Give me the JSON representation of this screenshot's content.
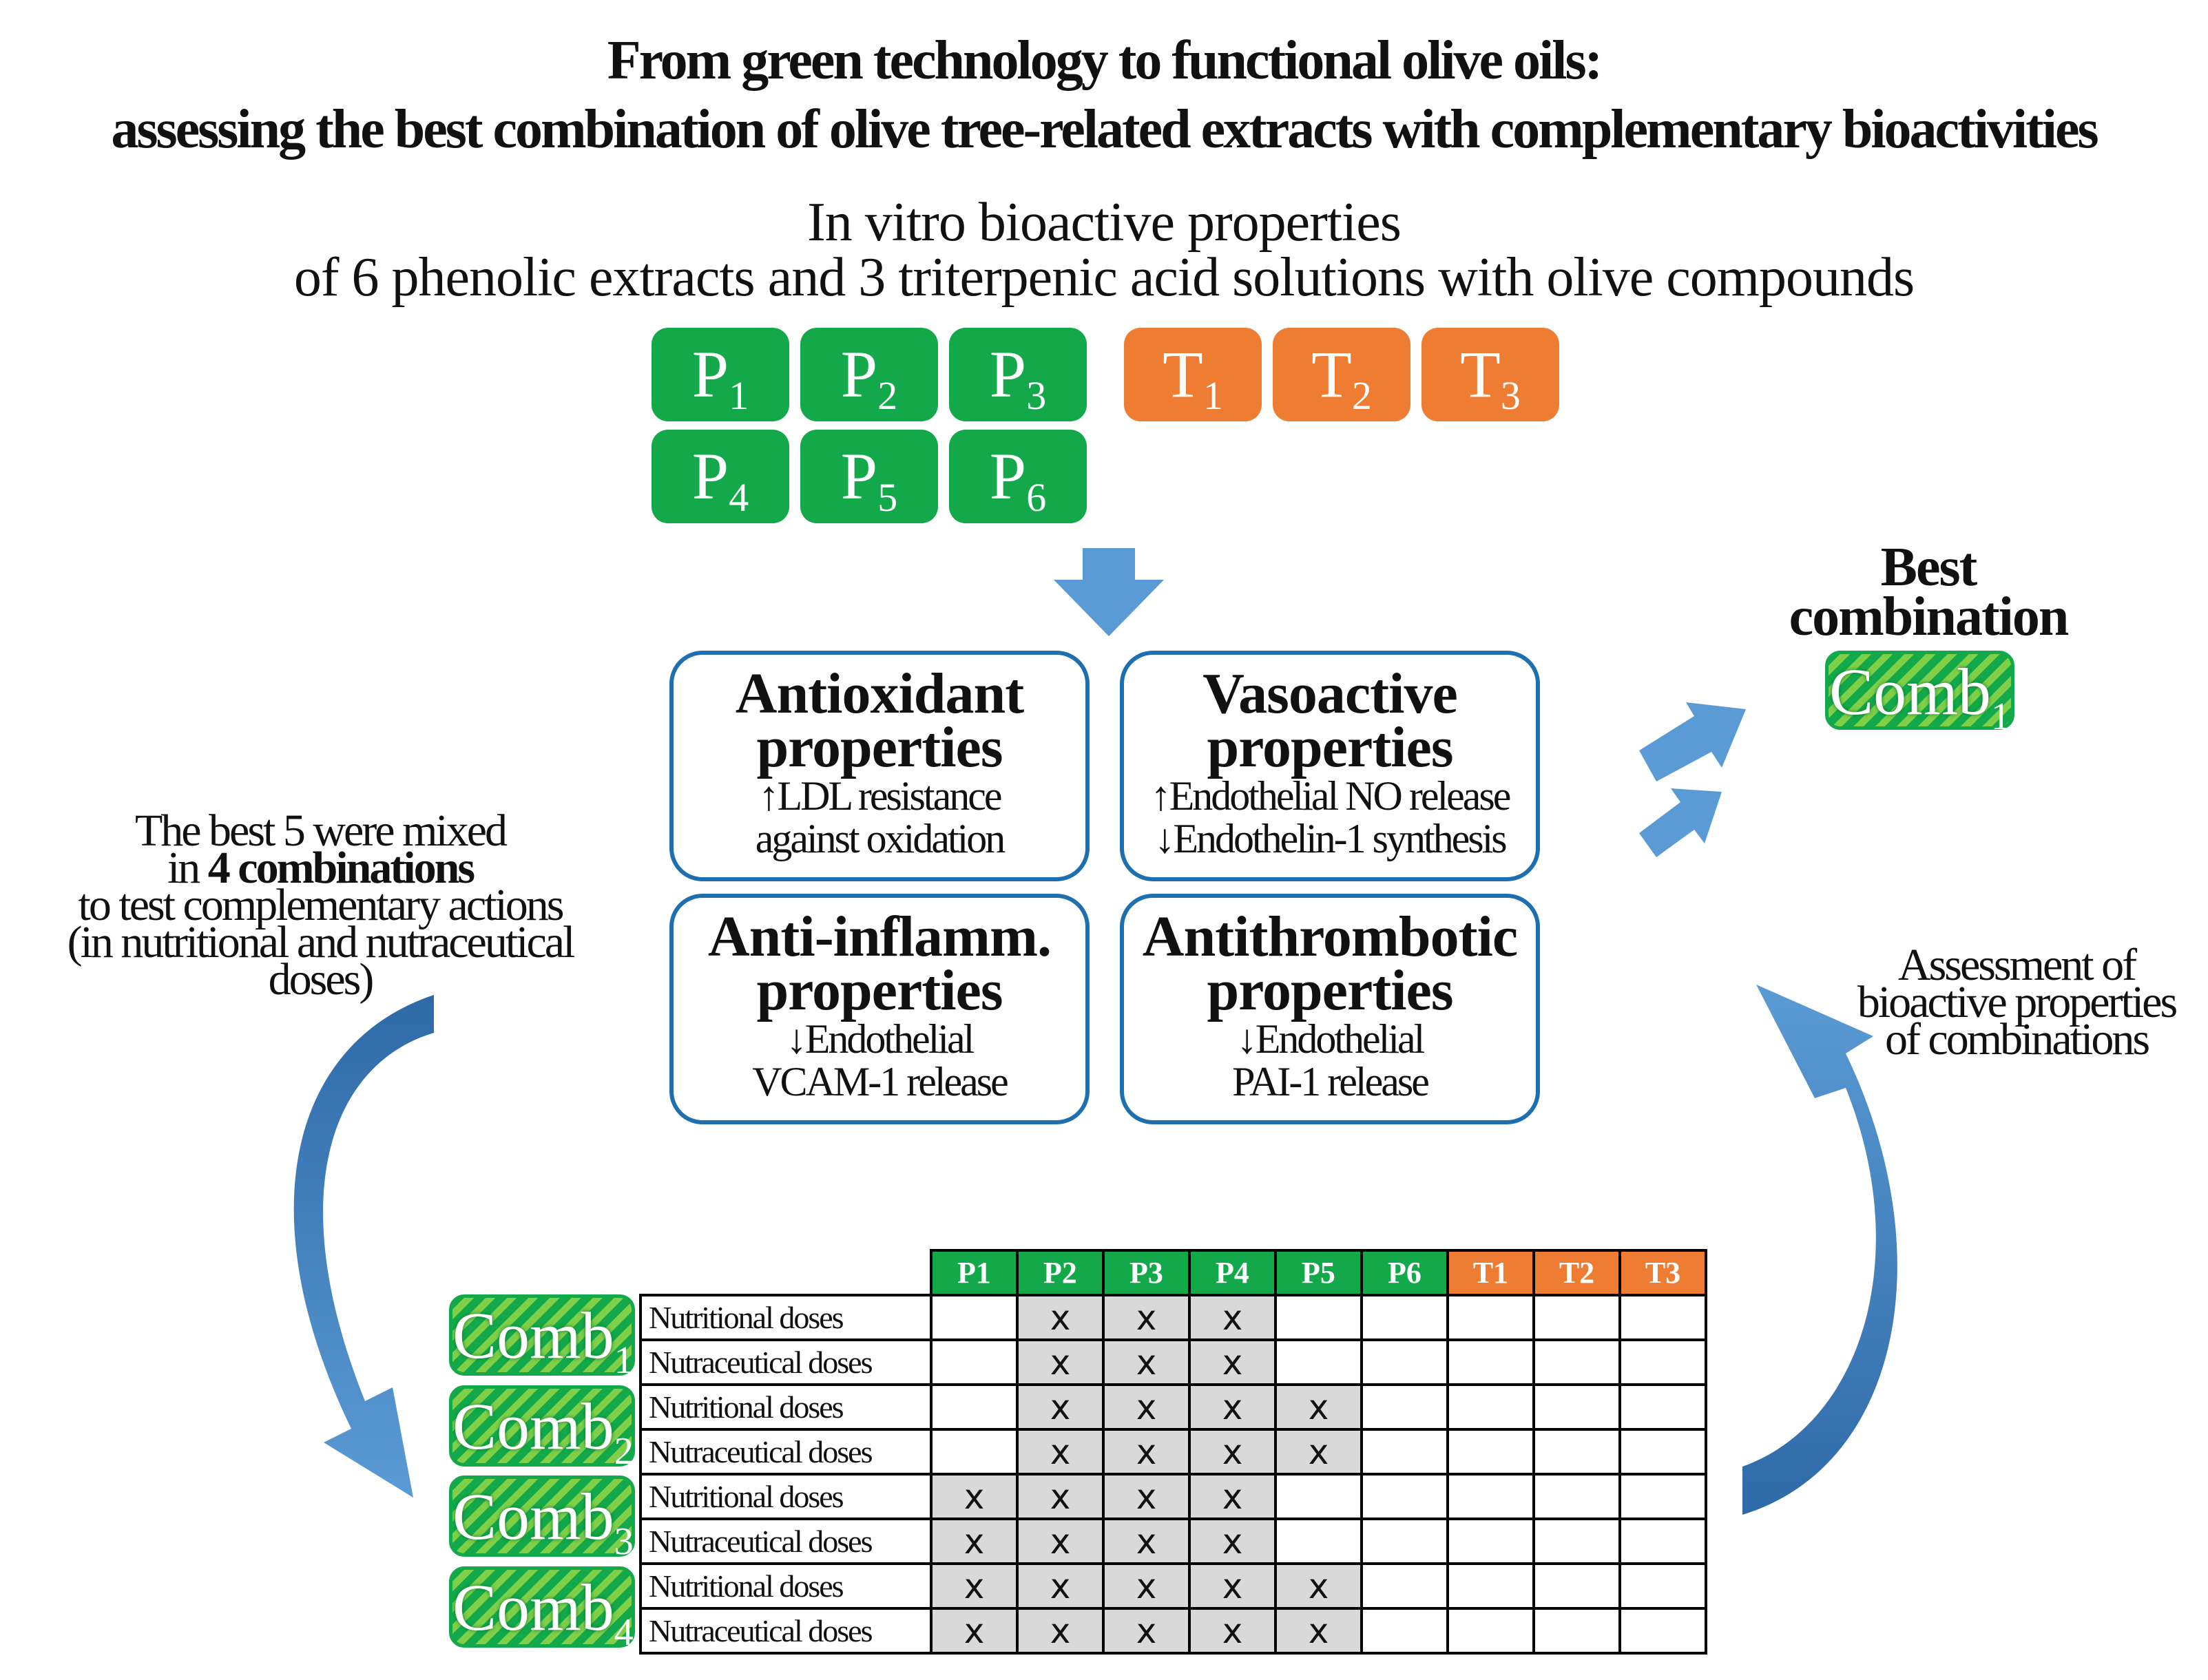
{
  "title": {
    "line1": "From green technology to functional olive oils:",
    "line2": "assessing the best combination of olive tree-related extracts with complementary bioactivities"
  },
  "subtitle": {
    "line1": "In vitro bioactive properties",
    "line2": "of 6 phenolic extracts and 3 triterpenic acid solutions with olive compounds"
  },
  "extracts": {
    "phenolic": [
      {
        "letter": "P",
        "index": "1"
      },
      {
        "letter": "P",
        "index": "2"
      },
      {
        "letter": "P",
        "index": "3"
      },
      {
        "letter": "P",
        "index": "4"
      },
      {
        "letter": "P",
        "index": "5"
      },
      {
        "letter": "P",
        "index": "6"
      }
    ],
    "triterpenic": [
      {
        "letter": "T",
        "index": "1"
      },
      {
        "letter": "T",
        "index": "2"
      },
      {
        "letter": "T",
        "index": "3"
      }
    ]
  },
  "properties": [
    {
      "heading1": "Antioxidant",
      "heading2": "properties",
      "desc1": "↑LDL resistance",
      "desc2": "against oxidation"
    },
    {
      "heading1": "Vasoactive",
      "heading2": "properties",
      "desc1": "↑Endothelial NO release",
      "desc2": "↓Endothelin-1 synthesis"
    },
    {
      "heading1": "Anti-inflamm.",
      "heading2": "properties",
      "desc1": "↓Endothelial",
      "desc2": "VCAM-1 release"
    },
    {
      "heading1": "Antithrombotic",
      "heading2": "properties",
      "desc1": "↓Endothelial",
      "desc2": "PAI-1 release"
    }
  ],
  "left_note": {
    "line1": "The best 5 were mixed",
    "line2_pre": "in ",
    "line2_bold": "4 combinations",
    "line3": "to test complementary actions",
    "line4": "(in nutritional and nutraceutical doses)"
  },
  "right_note": {
    "line1": "Assessment of",
    "line2": "bioactive properties",
    "line3": "of combinations"
  },
  "best": {
    "line1": "Best",
    "line2": "combination",
    "comb_label": "Comb",
    "comb_index": "1"
  },
  "table": {
    "columns": [
      "P1",
      "P2",
      "P3",
      "P4",
      "P5",
      "P6",
      "T1",
      "T2",
      "T3"
    ],
    "column_groups": [
      "phenolic",
      "phenolic",
      "phenolic",
      "phenolic",
      "phenolic",
      "phenolic",
      "triterpenic",
      "triterpenic",
      "triterpenic"
    ],
    "mark": "x",
    "combinations": [
      {
        "label": "Comb",
        "index": "1",
        "rows": [
          {
            "dose": "Nutritional doses",
            "selected": [
              0,
              1,
              1,
              1,
              0,
              0,
              0,
              0,
              0
            ]
          },
          {
            "dose": "Nutraceutical doses",
            "selected": [
              0,
              1,
              1,
              1,
              0,
              0,
              0,
              0,
              0
            ]
          }
        ]
      },
      {
        "label": "Comb",
        "index": "2",
        "rows": [
          {
            "dose": "Nutritional doses",
            "selected": [
              0,
              1,
              1,
              1,
              1,
              0,
              0,
              0,
              0
            ]
          },
          {
            "dose": "Nutraceutical doses",
            "selected": [
              0,
              1,
              1,
              1,
              1,
              0,
              0,
              0,
              0
            ]
          }
        ]
      },
      {
        "label": "Comb",
        "index": "3",
        "rows": [
          {
            "dose": "Nutritional doses",
            "selected": [
              1,
              1,
              1,
              1,
              0,
              0,
              0,
              0,
              0
            ]
          },
          {
            "dose": "Nutraceutical doses",
            "selected": [
              1,
              1,
              1,
              1,
              0,
              0,
              0,
              0,
              0
            ]
          }
        ]
      },
      {
        "label": "Comb",
        "index": "4",
        "rows": [
          {
            "dose": "Nutritional doses",
            "selected": [
              1,
              1,
              1,
              1,
              1,
              0,
              0,
              0,
              0
            ]
          },
          {
            "dose": "Nutraceutical doses",
            "selected": [
              1,
              1,
              1,
              1,
              1,
              0,
              0,
              0,
              0
            ]
          }
        ]
      }
    ]
  },
  "colors": {
    "phenolic": "#13a94a",
    "triterpenic": "#ee7c33",
    "arrow": "#5b9bd5",
    "arrow_dark": "#2e6aa8",
    "box_border": "#1e6fb0",
    "selected_cell": "#d9d9d9"
  }
}
